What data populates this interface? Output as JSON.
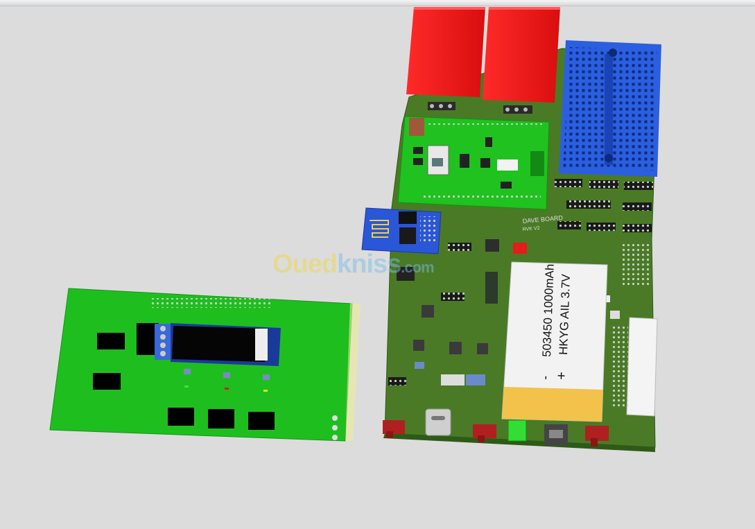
{
  "watermark": {
    "part1": "Oued",
    "part2": "kniss",
    "part3": ".com"
  },
  "battery": {
    "line1": "503450 1000mAh",
    "line2": "HKYG AIL 3.7V",
    "minus": "-",
    "plus": "+"
  },
  "silkscreen": {
    "board_name": "DAVE BOARD",
    "board_rev": "RVK V2"
  },
  "colors": {
    "background": "#dcdcdc",
    "pcb_green": "#4a7a26",
    "module_green": "#1fc21f",
    "display_board_green": "#1fbe1f",
    "relay_red": "#f21414",
    "breadboard_blue": "#2b5fe0",
    "esp_blue": "#2a56d8",
    "battery_body": "#f2f2f2",
    "battery_band": "#f2c24a"
  }
}
